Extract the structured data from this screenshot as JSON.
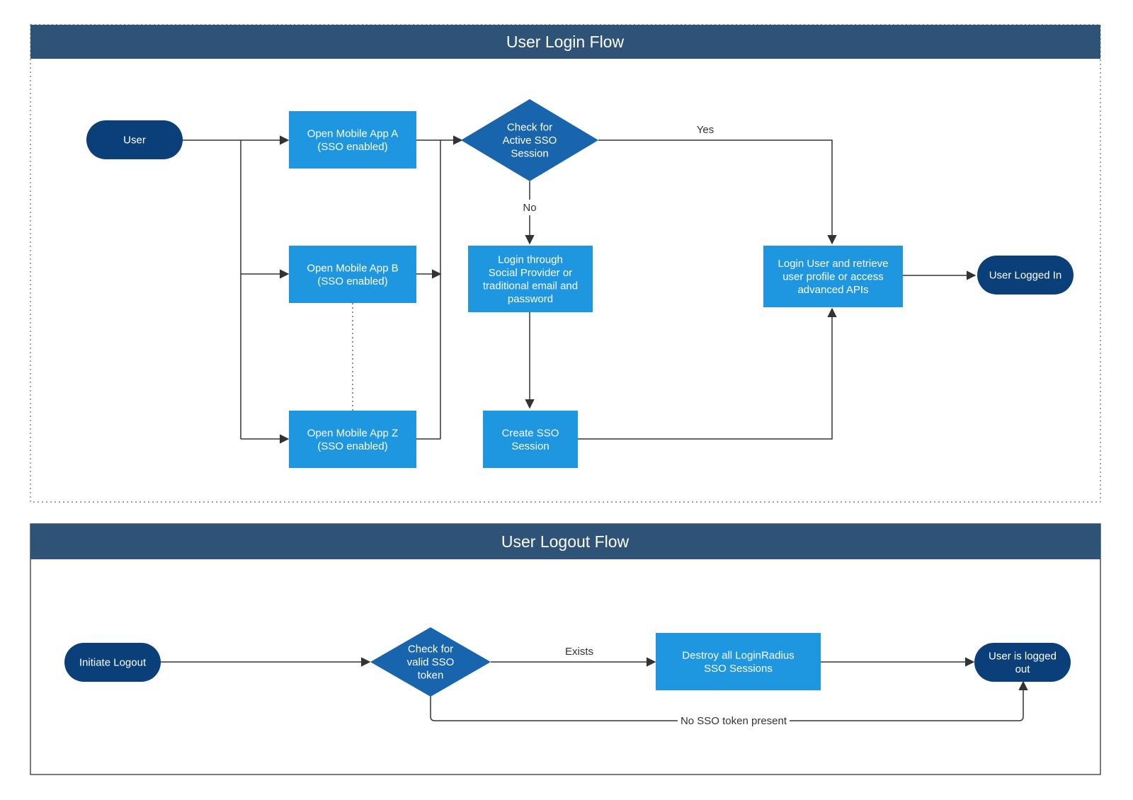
{
  "colors": {
    "header": "#2f5377",
    "process_box": "#1f96e0",
    "terminal": "#0b3f7a",
    "decision": "#1865ad",
    "line": "#333333"
  },
  "login_flow": {
    "title": "User Login Flow",
    "nodes": {
      "user": [
        "User"
      ],
      "app_a": [
        "Open Mobile App A",
        "(SSO enabled)"
      ],
      "app_b": [
        "Open Mobile App B",
        "(SSO enabled)"
      ],
      "app_z": [
        "Open Mobile App Z",
        "(SSO enabled)"
      ],
      "check_sso": [
        "Check for",
        "Active SSO",
        "Session"
      ],
      "login_through": [
        "Login through",
        "Social Provider or",
        "traditional email and",
        "password"
      ],
      "create_sso": [
        "Create SSO",
        "Session"
      ],
      "login_user": [
        "Login User and retrieve",
        "user profile or access",
        "advanced APIs"
      ],
      "logged_in": [
        "User Logged In"
      ]
    },
    "edge_labels": {
      "yes": "Yes",
      "no": "No"
    }
  },
  "logout_flow": {
    "title": "User Logout Flow",
    "nodes": {
      "initiate": [
        "Initiate Logout"
      ],
      "check_token": [
        "Check for",
        "valid SSO",
        "token"
      ],
      "destroy": [
        "Destroy all LoginRadius",
        "SSO Sessions"
      ],
      "logged_out": [
        "User is logged",
        "out"
      ]
    },
    "edge_labels": {
      "exists": "Exists",
      "no_token": "No SSO token present"
    }
  }
}
